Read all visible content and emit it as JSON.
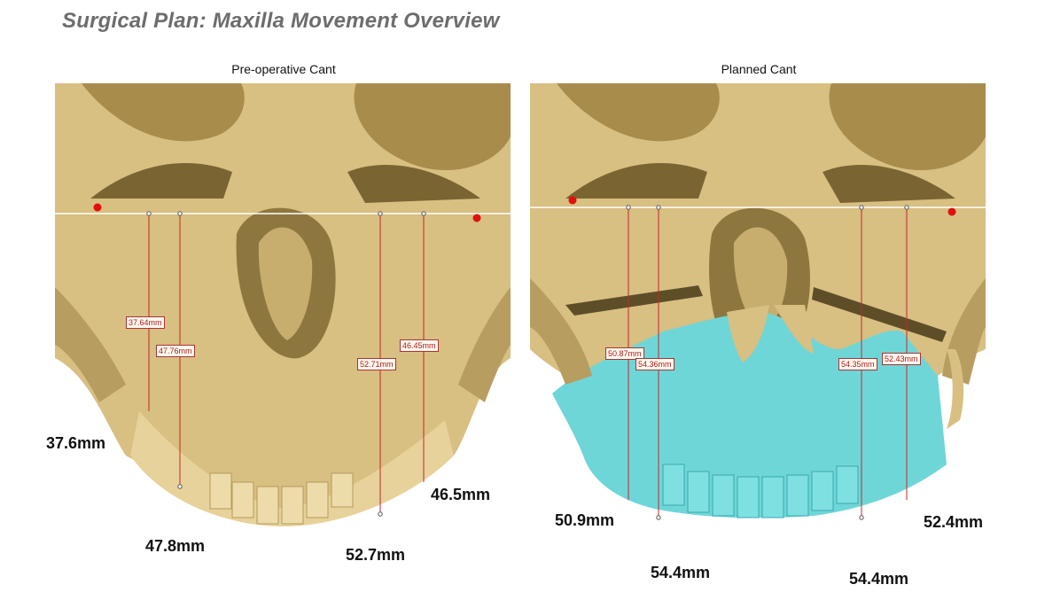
{
  "header": {
    "title": "Surgical Plan: Maxilla Movement Overview"
  },
  "panels": {
    "left": {
      "caption": "Pre-operative Cant",
      "tags": [
        "37.64mm",
        "47.76mm",
        "52.71mm",
        "46.45mm"
      ],
      "summary": [
        "37.6mm",
        "47.8mm",
        "52.7mm",
        "46.5mm"
      ]
    },
    "right": {
      "caption": "Planned Cant",
      "tags": [
        "50.87mm",
        "54.36mm",
        "54.35mm",
        "52.43mm"
      ],
      "summary": [
        "50.9mm",
        "54.4mm",
        "54.4mm",
        "52.4mm"
      ]
    }
  },
  "colors": {
    "bone": "#d8bf82",
    "bone_shadow": "#9c8449",
    "bone_dark": "#6f5c2e",
    "maxilla_planned": "#6fd6d8",
    "measure_line": "#c02a2a",
    "reference_line": "#ffffff",
    "landmark": "#e01010"
  }
}
